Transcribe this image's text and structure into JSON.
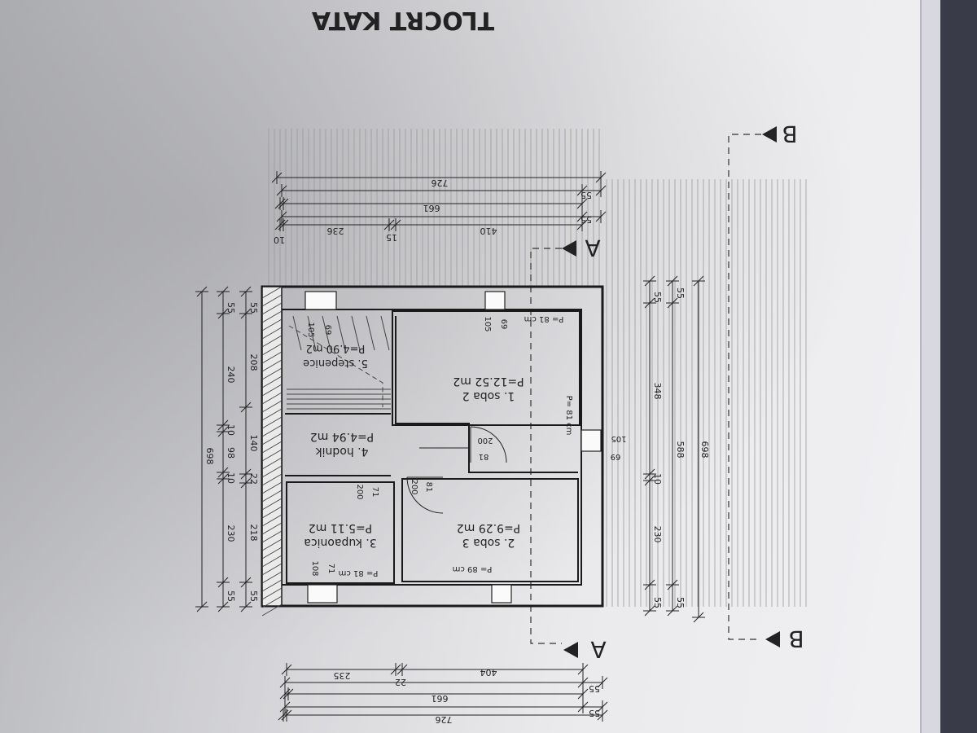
{
  "title": "TLOCRT KATA",
  "section_marks": {
    "a": "A",
    "b": "B"
  },
  "rooms": [
    {
      "name": "1. soba 2",
      "area": "P=12.52 m2"
    },
    {
      "name": "2. soba 3",
      "area": "P=9.29 m2"
    },
    {
      "name": "3. kupaonica",
      "area": "P=5.11 m2"
    },
    {
      "name": "4. hodnik",
      "area": "P=4.94 m2"
    },
    {
      "name": "5. stepenice",
      "area": "P=4.90 m2"
    }
  ],
  "window_labels": [
    "P= 81 cm",
    "P= 81 cm",
    "P= 89 cm",
    "P= 81 cm"
  ],
  "opening_dims": [
    "105",
    "69",
    "105",
    "69",
    "108",
    "71",
    "105",
    "69",
    "200",
    "71",
    "200",
    "81",
    "200",
    "81"
  ],
  "dims_top": [
    "726",
    "55",
    "661",
    "55",
    "10",
    "236",
    "15",
    "410"
  ],
  "dims_bottom": [
    "726",
    "55",
    "661",
    "55",
    "404",
    "22",
    "235"
  ],
  "dims_left_outer": [
    "698"
  ],
  "dims_left": [
    "55",
    "240",
    "10",
    "98",
    "10",
    "230",
    "55"
  ],
  "dims_left_inner": [
    "55",
    "208",
    "140",
    "22",
    "218",
    "55"
  ],
  "dims_right": [
    "55",
    "348",
    "10",
    "230",
    "55"
  ],
  "dims_right_mid": [
    "55",
    "588",
    "55"
  ],
  "dims_right_outer": [
    "698"
  ]
}
